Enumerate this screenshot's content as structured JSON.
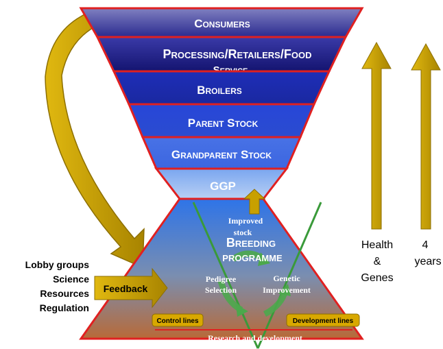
{
  "tiers": {
    "consumers": "Consumers",
    "processing_line1": "Processing/Retailers/Food",
    "processing_line2": "Service",
    "broilers": "Broilers",
    "parent_stock": "Parent Stock",
    "grandparent_stock": "Grandparent Stock",
    "ggp": "GGP"
  },
  "breeding": {
    "improved_line1": "Improved",
    "improved_line2": "stock",
    "title_line1": "Breeding",
    "title_line2": "programme",
    "pedigree_line1": "Pedigree",
    "pedigree_line2": "Selection",
    "genetic_line1": "Genetic",
    "genetic_line2": "Improvement",
    "control_lines": "Control lines",
    "development_lines": "Development lines",
    "research": "Research and development"
  },
  "feedback": {
    "label": "Feedback",
    "inputs": [
      "Lobby groups",
      "Science",
      "Resources",
      "Regulation"
    ]
  },
  "right_arrows": {
    "health_line1": "Health",
    "health_line2": "&",
    "health_line3": "Genes",
    "years_line1": "4",
    "years_line2": "years"
  },
  "colors": {
    "gold": "#C8A000",
    "gold_dark": "#8C6E00",
    "red_border": "#E02020",
    "green": "#3A9A3A"
  }
}
